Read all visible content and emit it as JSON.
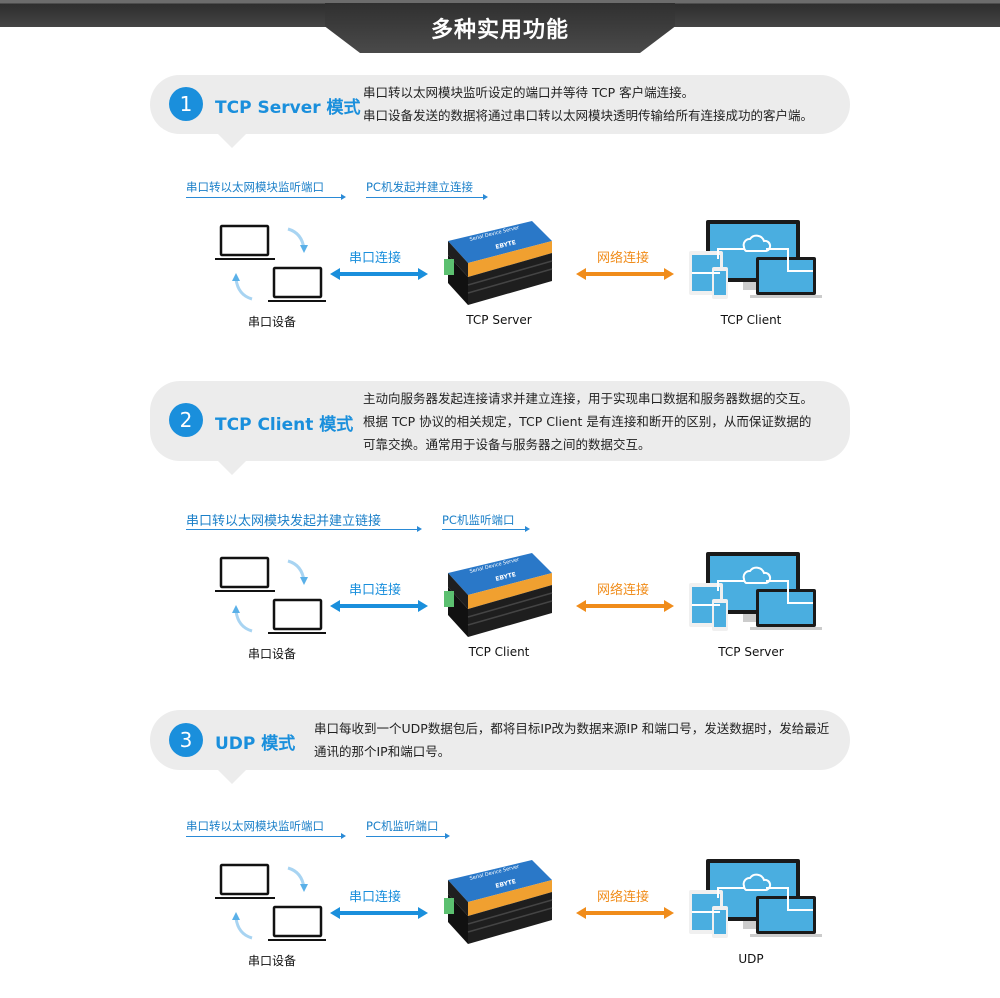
{
  "header": {
    "title": "多种实用功能"
  },
  "colors": {
    "accent_blue": "#1a8fdc",
    "accent_orange": "#f08c1a",
    "bubble_bg": "#ececec",
    "header_dark": "#3a3a3a"
  },
  "modes": [
    {
      "number": "1",
      "title": "TCP Server 模式",
      "description": [
        "串口转以太网模块监听设定的端口并等待 TCP 客户端连接。",
        "串口设备发送的数据将通过串口转以太网模块透明传输给所有连接成功的客户端。"
      ],
      "flow_left": "串口转以太网模块监听端口",
      "flow_right": "PC机发起并建立连接",
      "serial_link_label": "串口连接",
      "network_link_label": "网络连接",
      "captions": {
        "serial_device": "串口设备",
        "module": "TCP Server",
        "remote": "TCP Client"
      }
    },
    {
      "number": "2",
      "title": "TCP Client 模式",
      "description": [
        "主动向服务器发起连接请求并建立连接，用于实现串口数据和服务器数据的交互。",
        "根据 TCP 协议的相关规定，TCP Client 是有连接和断开的区别，从而保证数据的",
        "可靠交换。通常用于设备与服务器之间的数据交互。"
      ],
      "flow_left": "串口转以太网模块发起并建立链接",
      "flow_right": "PC机监听端口",
      "serial_link_label": "串口连接",
      "network_link_label": "网络连接",
      "captions": {
        "serial_device": "串口设备",
        "module": "TCP Client",
        "remote": "TCP Server"
      }
    },
    {
      "number": "3",
      "title": "UDP 模式",
      "description": [
        "串口每收到一个UDP数据包后，都将目标IP改为数据来源IP 和端口号，发送数据时，发给最近",
        "通讯的那个IP和端口号。"
      ],
      "flow_left": "串口转以太网模块监听端口",
      "flow_right": "PC机监听端口",
      "serial_link_label": "串口连接",
      "network_link_label": "网络连接",
      "captions": {
        "serial_device": "串口设备",
        "module": "",
        "remote": "UDP"
      }
    }
  ],
  "icons": {
    "serial_devices": "laptop-pair-icon",
    "module": "serial-device-server-icon",
    "remote": "multi-device-cloud-icon"
  }
}
